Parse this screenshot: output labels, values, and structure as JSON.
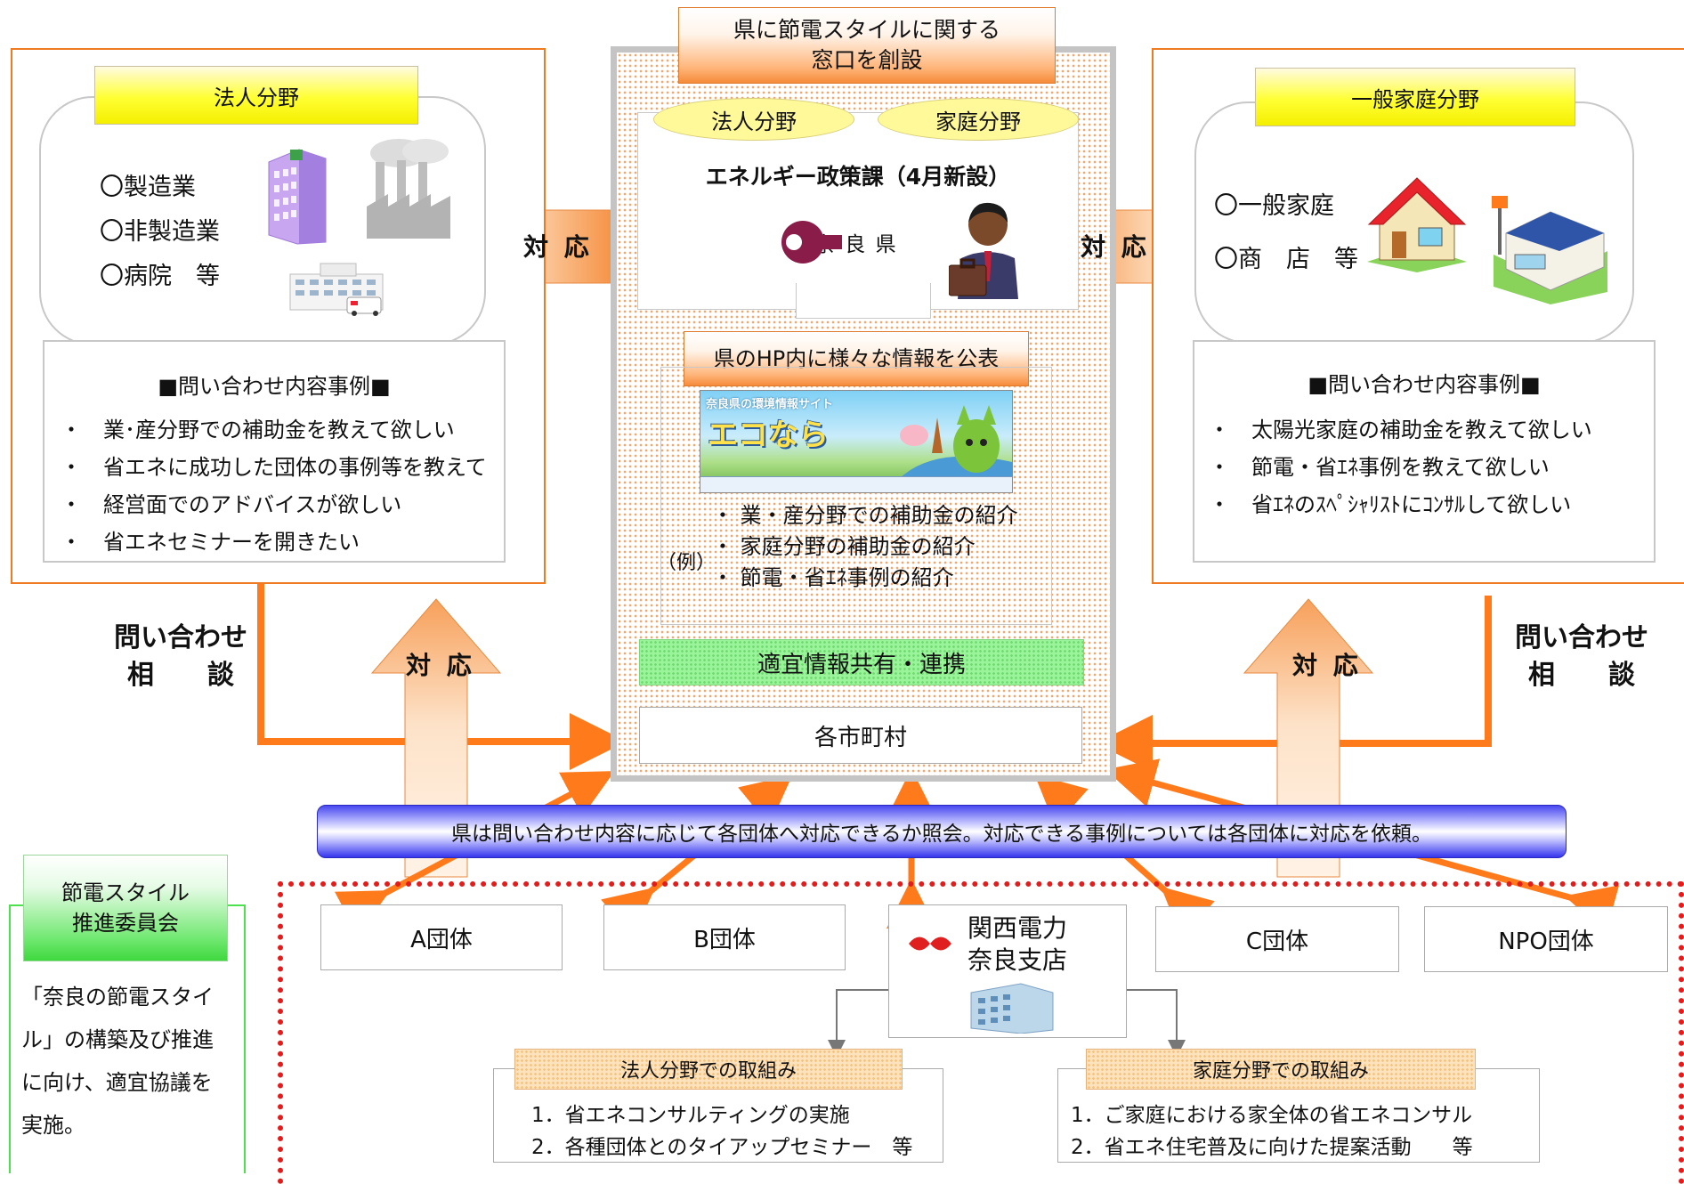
{
  "center": {
    "title": "県に節電スタイルに関する\n窓口を創設",
    "tag_corporate": "法人分野",
    "tag_home": "家庭分野",
    "department": "エネルギー政策課（4月新設）",
    "prefecture_name": "奈 良 県",
    "hp_title": "県のHP内に様々な情報を公表",
    "website_banner_caption": "奈良県の環境情報サイト",
    "website_banner_logo": "エコなら",
    "example_label": "（例）",
    "examples": [
      "業・産分野での補助金の紹介",
      "家庭分野の補助金の紹介",
      "節電・省ｴﾈ事例の紹介"
    ],
    "share_label": "適宜情報共有・連携",
    "municipalities": "各市町村"
  },
  "left": {
    "title": "法人分野",
    "sectors": [
      "〇製造業",
      "〇非製造業",
      "〇病院　等"
    ],
    "inquiry_title": "■問い合わせ内容事例■",
    "inquiries": [
      "業･産分野での補助金を教えて欲しい",
      "省エネに成功した団体の事例等を教えて",
      "経営面でのアドバイスが欲しい",
      "省エネセミナーを開きたい"
    ],
    "inquiry_flow": "問い合わせ\n相　　談"
  },
  "right": {
    "title": "一般家庭分野",
    "sectors": [
      "〇一般家庭",
      "〇商　店　等"
    ],
    "inquiry_title": "■問い合わせ内容事例■",
    "inquiries": [
      "太陽光家庭の補助金を教えて欲しい",
      "節電・省ｴﾈ事例を教えて欲しい",
      "省ｴﾈのｽﾍﾟｼｬﾘｽﾄにｺﾝｻﾙして欲しい"
    ],
    "inquiry_flow": "問い合わせ\n相　　談"
  },
  "arrows": {
    "respond_left": "対 応",
    "respond_right": "対 応",
    "respond_up_left": "対 応",
    "respond_up_right": "対 応"
  },
  "banner": "県は問い合わせ内容に応じて各団体へ対応できるか照会。対応できる事例については各団体に対応を依頼。",
  "committee": {
    "title": "節電スタイル\n推進委員会",
    "desc_lines": [
      "「奈良の節電スタイ",
      "ル」の構築及び推進",
      "に向け、適宜協議を",
      "実施。"
    ]
  },
  "orgs": {
    "a": "A団体",
    "b": "B団体",
    "kansai": "関西電力\n奈良支店",
    "c": "C団体",
    "npo": "NPO団体"
  },
  "initiatives": {
    "corporate_title": "法人分野での取組み",
    "corporate_items": [
      "1．省エネコンサルティングの実施",
      "2．各種団体とのタイアップセミナー　等"
    ],
    "home_title": "家庭分野での取組み",
    "home_items": [
      "1．ご家庭における家全体の省エネコンサル",
      "2．省エネ住宅普及に向けた提案活動　　等"
    ]
  },
  "colors": {
    "accent_orange": "#f07a22",
    "arrow_orange": "#ff7a1a",
    "dotted_red": "#e31b1b",
    "banner_blue": "#3535ee",
    "committee_green": "#4ee04e"
  }
}
